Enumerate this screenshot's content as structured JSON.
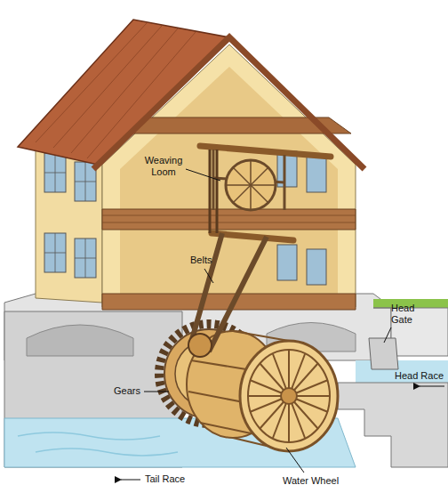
{
  "diagram": {
    "labels": [
      "Weaving Loom",
      "Belts",
      "Head Gate",
      "Head Race",
      "Gears",
      "Tail Race",
      "Water Wheel"
    ]
  }
}
